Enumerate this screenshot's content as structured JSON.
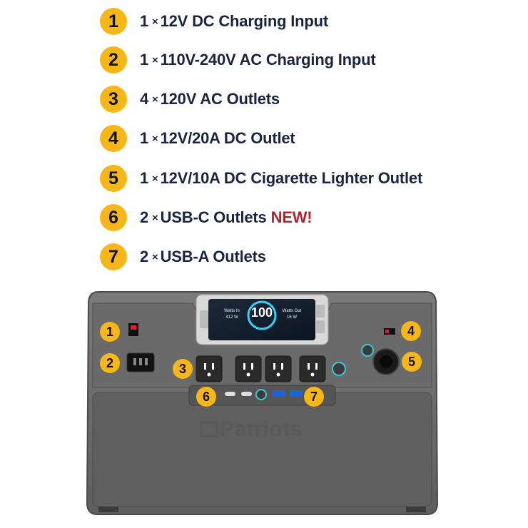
{
  "features": [
    {
      "num": "1",
      "qty": "1",
      "times": "×",
      "label": "12V DC Charging Input",
      "new": ""
    },
    {
      "num": "2",
      "qty": "1",
      "times": "×",
      "label": "110V-240V AC Charging Input",
      "new": ""
    },
    {
      "num": "3",
      "qty": "4",
      "times": "×",
      "label": "120V AC Outlets",
      "new": ""
    },
    {
      "num": "4",
      "qty": "1",
      "times": "×",
      "label": "12V/20A DC Outlet",
      "new": ""
    },
    {
      "num": "5",
      "qty": "1",
      "times": "×",
      "label": "12V/10A DC Cigarette Lighter Outlet",
      "new": ""
    },
    {
      "num": "6",
      "qty": "2",
      "times": "×",
      "label": "USB-C Outlets",
      "new": "NEW!"
    },
    {
      "num": "7",
      "qty": "2",
      "times": "×",
      "label": "USB-A Outlets",
      "new": ""
    }
  ],
  "device": {
    "brand": "Patriots",
    "screen": {
      "center_value": "100",
      "watts_in_label": "Watts In",
      "watts_in_value": "412 W",
      "watts_out_label": "Watts Out",
      "watts_out_value": "16 W"
    },
    "callouts": [
      "1",
      "2",
      "3",
      "4",
      "5",
      "6",
      "7"
    ]
  },
  "colors": {
    "badge": "#f7b718",
    "text": "#1b2540",
    "new": "#b0232a",
    "device_body": "#6b6b6b",
    "device_panel": "#4c4c4c"
  }
}
